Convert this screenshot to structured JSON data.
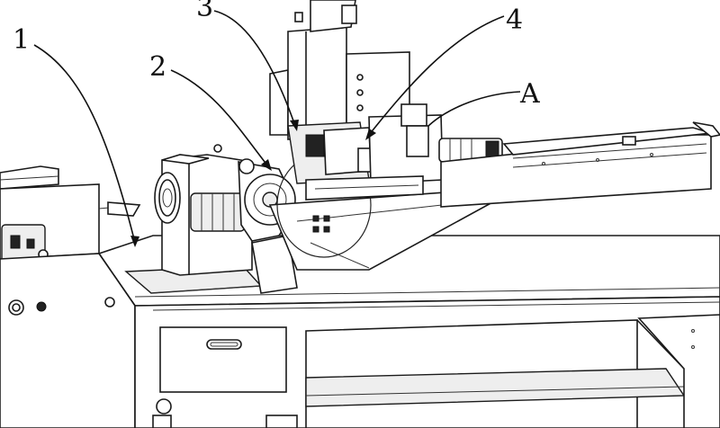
{
  "labels": {
    "l1": "1",
    "l2": "2",
    "l3": "3",
    "l4": "4",
    "lA": "A"
  }
}
